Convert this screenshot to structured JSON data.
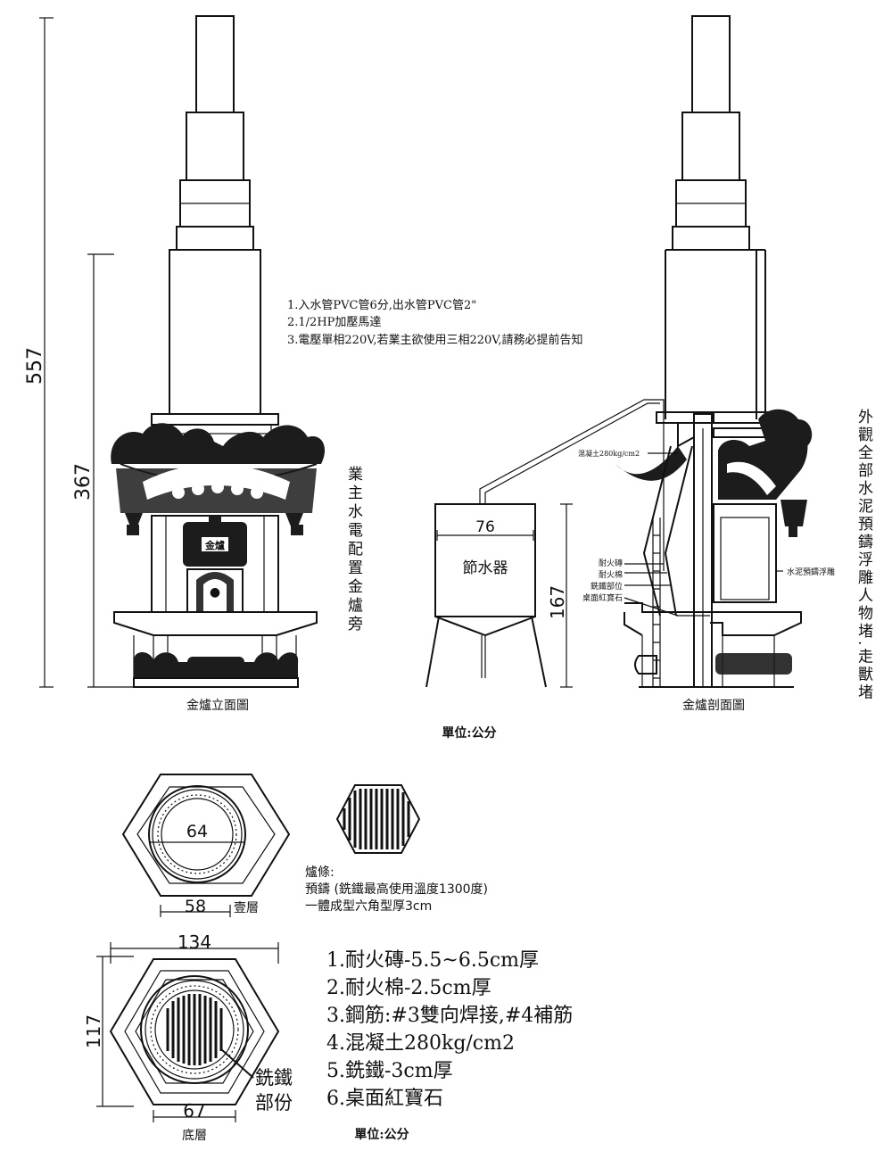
{
  "diagram": {
    "dims": {
      "total_height": "557",
      "body_height": "367",
      "tank_width": "76",
      "stand_height": "167",
      "tier1_inner": "64",
      "tier1_side": "58",
      "base_width": "134",
      "base_depth": "117",
      "base_side": "67"
    },
    "utility_notes": [
      "1.入水管PVC管6分,出水管PVC管2\"",
      "2.1/2HP加壓馬達",
      "3.電壓單相220V,若業主欲使用三相220V,請務必提前告知"
    ],
    "owner_note": "業主水電配置金爐旁",
    "exterior_note": "外觀全部水泥預鑄浮雕人物堵.走獸堵",
    "front_caption": "金爐立面圖",
    "section_caption": "金爐剖面圖",
    "tank_label": "節水器",
    "unit_label_top": "單位:公分",
    "unit_label_bottom": "單位:公分",
    "concrete_label": "混凝土280kg/cm2",
    "relief_label": "水泥預鑄浮雕",
    "layer_labels": [
      "耐火磚",
      "耐火棉",
      "銑鐵部位",
      "桌面紅寶石"
    ],
    "front_plaque": "金爐",
    "tier1_label": "壹層",
    "bottom_label": "底層",
    "castiron_label_1": "銑鐵",
    "castiron_label_2": "部份",
    "grate_notes": [
      "爐條:",
      "預鑄 (銑鐵最高使用溫度1300度)",
      "一體成型六角型厚3cm"
    ],
    "spec_list": [
      "1.耐火磚-5.5~6.5cm厚",
      "2.耐火棉-2.5cm厚",
      "3.鋼筋:#3雙向焊接,#4補筋",
      "4.混凝土280kg/cm2",
      "5.銑鐵-3cm厚",
      "6.桌面紅寶石"
    ]
  }
}
